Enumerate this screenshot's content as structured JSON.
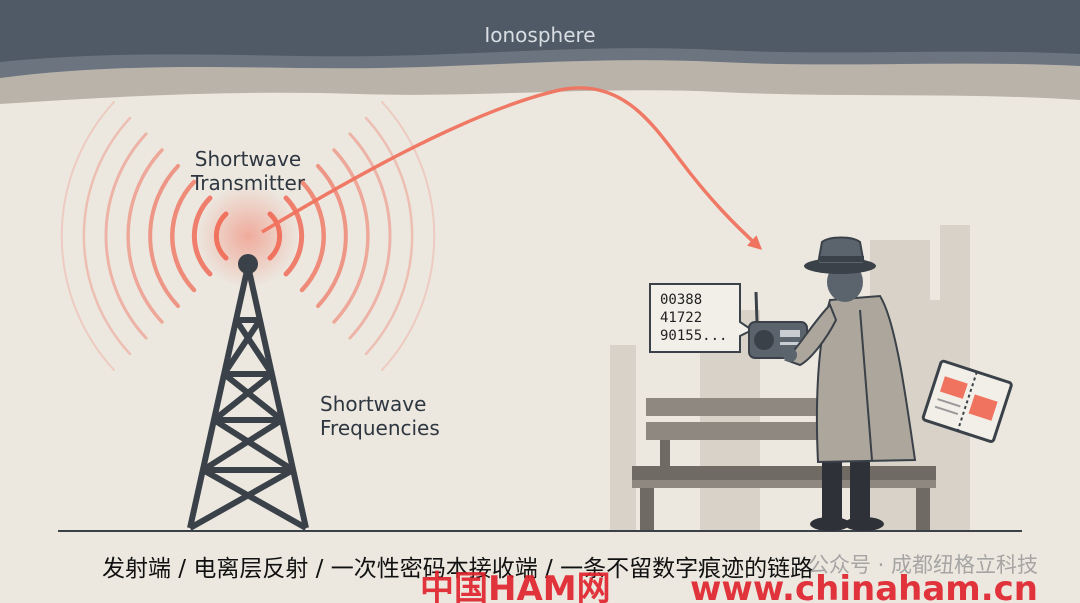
{
  "labels": {
    "ionosphere": "Ionosphere",
    "transmitter_line1": "Shortwave",
    "transmitter_line2": "Transmitter",
    "frequencies_line1": "Shortwave",
    "frequencies_line2": "Frequencies"
  },
  "code_bubble": {
    "line1": "00388",
    "line2": "41722",
    "line3": "90155..."
  },
  "caption": "发射端 / 电离层反射 / 一次性密码本接收端 / 一条不留数字痕迹的链路",
  "watermarks": {
    "account": "公众号 · 成都纽格立科技",
    "site_left": "中国HAM网",
    "site_right": "www.chinaham.cn"
  },
  "colors": {
    "sky": "#4F5A66",
    "ground": "#ECE8E0",
    "signal": "#F0735F",
    "tower": "#3A4149"
  }
}
